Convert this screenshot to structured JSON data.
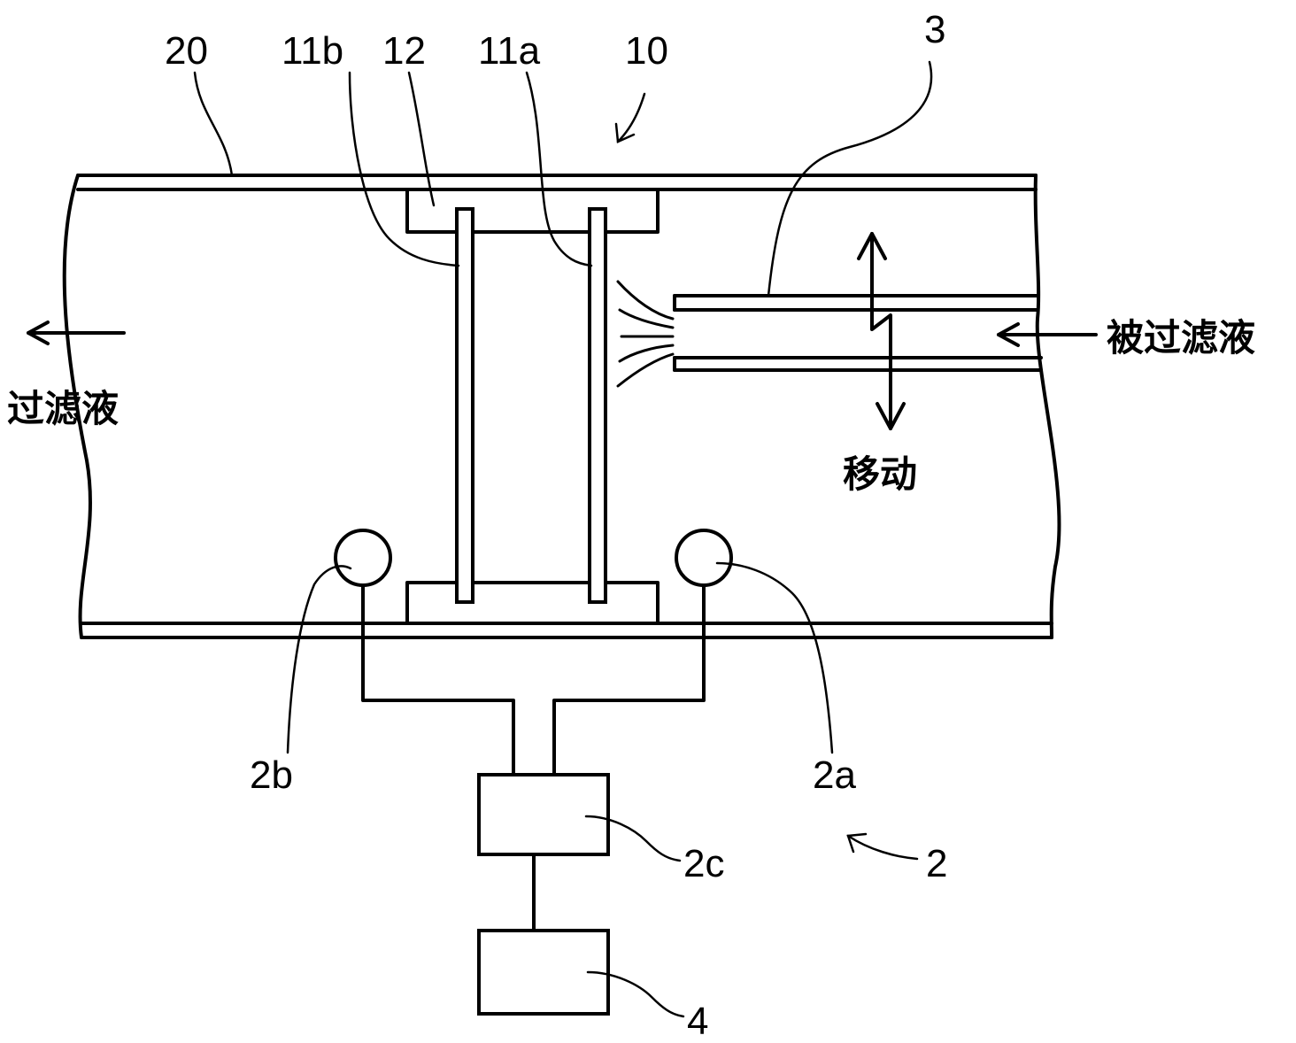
{
  "labels": {
    "pipe": "20",
    "filter_b": "11b",
    "holder": "12",
    "filter_a": "11a",
    "filter_unit": "10",
    "nozzle": "3",
    "sensor_b": "2b",
    "sensor_a": "2a",
    "controller": "2c",
    "detector": "2",
    "output_unit": "4"
  },
  "text": {
    "filtrate": "过滤液",
    "feed_liquid": "被过滤液",
    "move": "移动"
  }
}
